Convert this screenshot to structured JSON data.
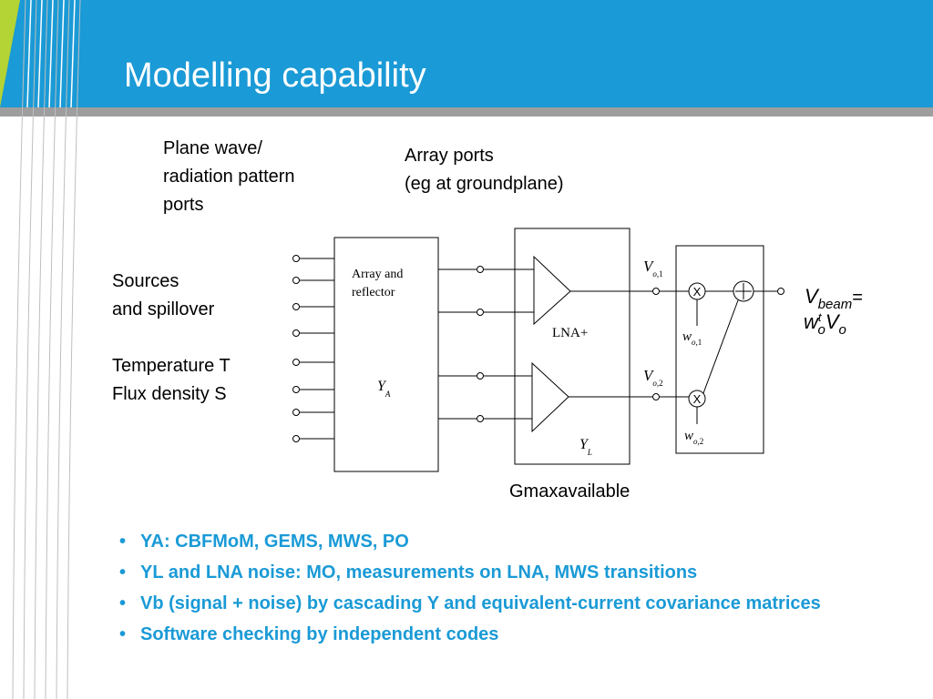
{
  "title": "Modelling capability",
  "colors": {
    "accent_blue": "#1a9ad6",
    "accent_green": "#b4d334",
    "band": "#9e9e9e"
  },
  "labels": {
    "plane_wave": [
      "Plane wave/",
      "radiation pattern",
      "ports"
    ],
    "array_ports": [
      "Array ports",
      "(eg at groundplane)"
    ],
    "sources": [
      "Sources",
      "and spillover"
    ],
    "temperature": [
      "Temperature T",
      "Flux density S"
    ],
    "gmax": "Gmaxavailable"
  },
  "diagram": {
    "array_box_label": [
      "Array and",
      "reflector"
    ],
    "ya_label": {
      "base": "Y",
      "sub": "A"
    },
    "lna_label": "LNA+",
    "yl_label": {
      "base": "Y",
      "sub": "L"
    },
    "vo1": {
      "base": "V",
      "sub": "o",
      "idx": ",1"
    },
    "vo2": {
      "base": "V",
      "sub": "o",
      "idx": ",2"
    },
    "wo1": {
      "base": "w",
      "sub": "o",
      "idx": ",1"
    },
    "wo2": {
      "base": "w",
      "sub": "o",
      "idx": ",2"
    },
    "multiplier_symbol": "X",
    "vbeam": {
      "v": "V",
      "beam": "beam",
      "eq": "=",
      "w": "w",
      "t": "t",
      "o1": "o",
      "v2": "V",
      "o2": "o"
    }
  },
  "bullets": [
    "YA: CBFMoM, GEMS, MWS, PO",
    "YL and LNA noise: MO, measurements on LNA, MWS transitions",
    "Vb (signal + noise) by cascading Y and equivalent-current covariance matrices",
    "Software checking by independent codes"
  ],
  "bullet_symbol": "•"
}
